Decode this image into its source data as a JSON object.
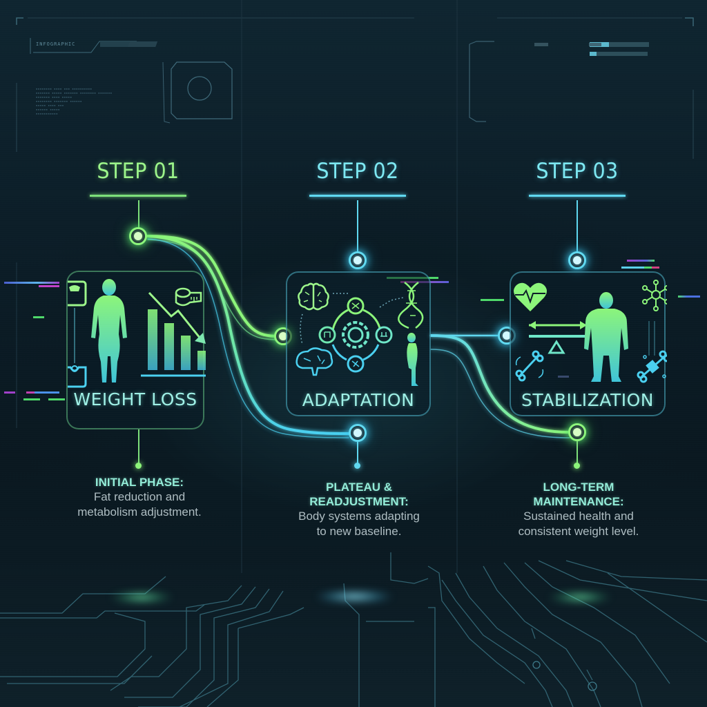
{
  "hud": {
    "label": "INFOGRAPHIC"
  },
  "steps": [
    {
      "step_label": "STEP 01",
      "panel_title": "WEIGHT LOSS",
      "desc_head": "INITIAL PHASE:",
      "desc_body_lines": [
        "Fat reduction and",
        "metabolism adjustment."
      ],
      "accent": "#8cf57a",
      "icons": [
        "scale-icon",
        "body-female-icon",
        "bar-chart-down-icon",
        "measuring-tape-icon",
        "scale-icon"
      ]
    },
    {
      "step_label": "STEP 02",
      "panel_title": "ADAPTATION",
      "desc_head_lines": [
        "PLATEAU &",
        "READJUSTMENT:"
      ],
      "desc_body_lines": [
        "Body systems adapting",
        "to new baseline."
      ],
      "accent": "#5fd8f0",
      "icons": [
        "brain-icon",
        "gear-cycle-icon",
        "dna-icon",
        "body-profile-icon",
        "brain-icon"
      ]
    },
    {
      "step_label": "STEP 03",
      "panel_title": "STABILIZATION",
      "desc_head_lines": [
        "LONG-TERM",
        "MAINTENANCE:"
      ],
      "desc_body_lines": [
        "Sustained health and",
        "consistent weight level."
      ],
      "accent": "#5fd8f0",
      "icons": [
        "heart-pulse-icon",
        "balance-icon",
        "body-male-icon",
        "molecule-icon",
        "bone-icon",
        "bone-repair-icon"
      ]
    }
  ],
  "colors": {
    "green": "#8cf57a",
    "cyan": "#5fd8f0",
    "teal_text": "#93ecd8",
    "body_text": "#aebdc2",
    "background": "#0b1c26"
  }
}
